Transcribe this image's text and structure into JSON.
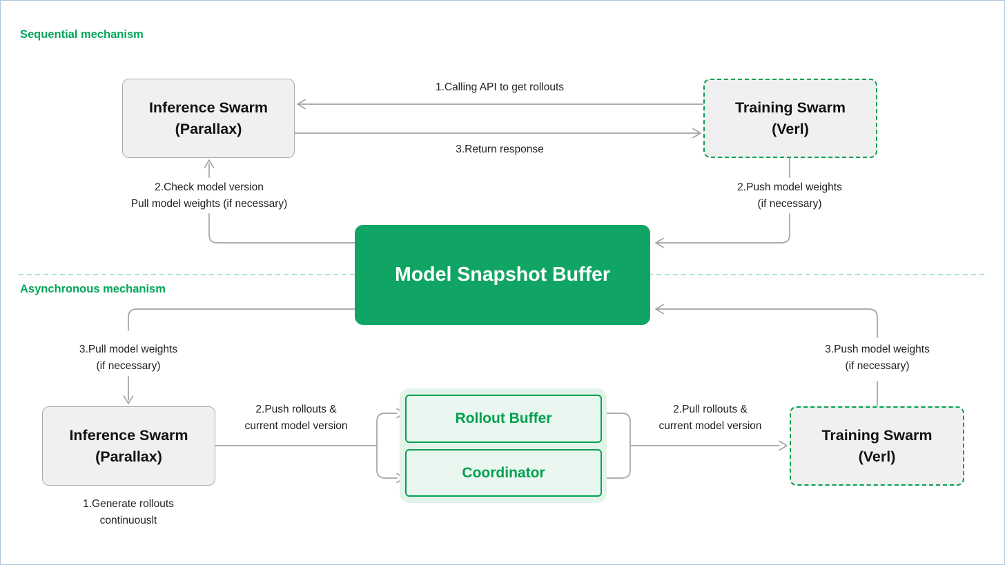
{
  "colors": {
    "heading_green": "#00a558",
    "buffer_green": "#10a564",
    "box_green_border": "#00a14f",
    "green_text": "#00a04e",
    "light_green_bg": "#e2f3e9",
    "lighter_green_fill": "#eaf7f0",
    "dashed_separator": "#8edcb8",
    "gray_line": "#a3a3a3",
    "gray_box_fill": "#f0f0f0",
    "gray_box_border": "#ababab",
    "page_border": "#aec4dc",
    "text_dark": "#1f1f1f"
  },
  "sections": {
    "sequential": {
      "title": "Sequential mechanism"
    },
    "asynchronous": {
      "title": "Asynchronous mechanism"
    }
  },
  "nodes": {
    "seq_inference_swarm": "Inference Swarm\n(Parallax)",
    "seq_training_swarm": "Training Swarm\n(Verl)",
    "model_snapshot_buffer": "Model Snapshot Buffer",
    "async_inference_swarm": "Inference Swarm\n(Parallax)",
    "async_training_swarm": "Training Swarm\n(Verl)",
    "rollout_buffer": "Rollout Buffer",
    "coordinator": "Coordinator"
  },
  "edge_labels": {
    "seq_calling_api": "1.Calling API to get rollouts",
    "seq_return_response": "3.Return response",
    "seq_check_pull": "2.Check model version\nPull model weights (if necessary)",
    "seq_push_weights": "2.Push model weights\n(if necessary)",
    "async_pull_weights": "3.Pull model weights\n(if necessary)",
    "async_generate_rollouts": "1.Generate rollouts\ncontinuouslt",
    "async_push_rollouts": "2.Push rollouts &\ncurrent model version",
    "async_pull_rollouts": "2.Pull rollouts &\ncurrent model version",
    "async_push_weights": "3.Push model weights\n(if necessary)"
  }
}
